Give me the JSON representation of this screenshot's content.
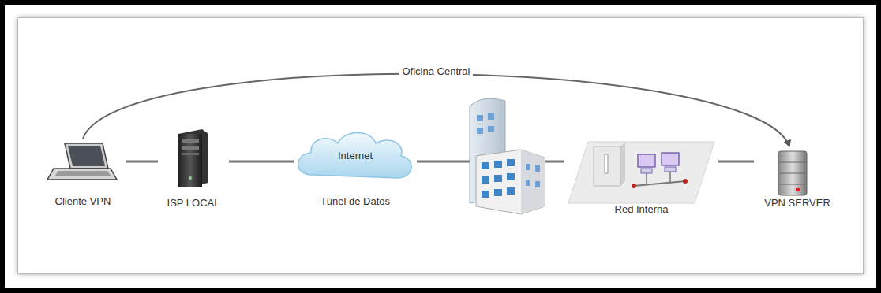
{
  "diagram": {
    "nodes": [
      {
        "text": [
          "Cliente VPN"
        ]
      },
      {
        "text": [
          "ISP LOCAL"
        ]
      },
      {
        "text": [
          "Internet",
          "Túnel de Datos"
        ]
      },
      {
        "text": [
          "Red Interna"
        ]
      },
      {
        "text": [
          "VPN SERVER"
        ]
      }
    ],
    "edges": [
      {
        "from": 0,
        "to": 1,
        "arrow": "none"
      },
      {
        "from": 1,
        "to": 2,
        "arrow": "none"
      },
      {
        "from": 2,
        "to": 3,
        "arrow": "none"
      },
      {
        "from": 3,
        "to": 4,
        "arrow": "none"
      },
      {
        "from": 0,
        "to": 4,
        "arrow": "to",
        "label": "Oficina Central"
      }
    ]
  }
}
